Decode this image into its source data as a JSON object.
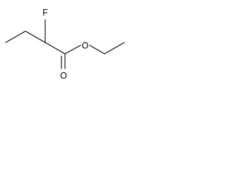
{
  "molecule": {
    "atoms": {
      "fluorine": "F",
      "carbonyl_oxygen": "O",
      "ester_oxygen": "O"
    },
    "colors": {
      "bond": "#000000",
      "label": "#000000",
      "background": "#ffffff"
    }
  }
}
